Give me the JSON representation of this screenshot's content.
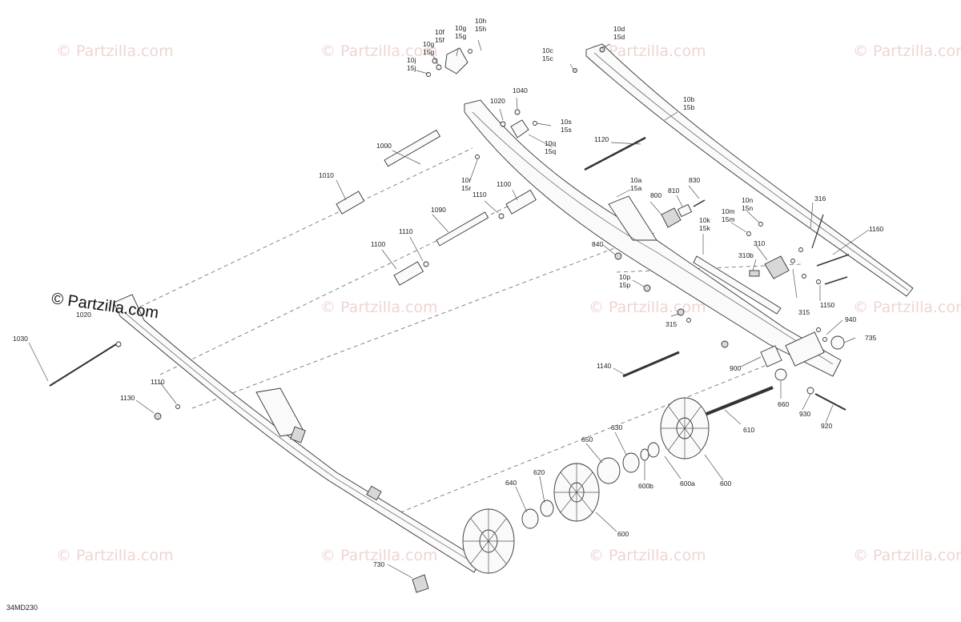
{
  "watermark_text": "© Partzilla.com",
  "brand_overlay": "© Partzilla.com",
  "diagram_code": "34MD230",
  "callouts": {
    "c10h": "10h",
    "c15h": "15h",
    "c10g1": "10g",
    "c15g1": "15g",
    "c10f": "10f",
    "c15f": "15f",
    "c10g2": "10g",
    "c15g2": "15g",
    "c10j": "10j",
    "c15j": "15j",
    "c10d": "10d",
    "c15d": "15d",
    "c10c": "10c",
    "c15c": "15c",
    "c1040": "1040",
    "c1020": "1020",
    "c10s": "10s",
    "c15s": "15s",
    "c10q": "10q",
    "c15q": "15q",
    "c10b": "10b",
    "c15b": "15b",
    "c1000": "1000",
    "c1120": "1120",
    "c10r": "10r",
    "c15r": "15r",
    "c10a": "10a",
    "c15a": "15a",
    "c830": "830",
    "c810": "810",
    "c800": "800",
    "c1010": "1010",
    "c1100a": "1100",
    "c1110a": "1110",
    "c316": "316",
    "c10n": "10n",
    "c15n": "15n",
    "c10m": "10m",
    "c15m": "15m",
    "c10k": "10k",
    "c15k": "15k",
    "c1090": "1090",
    "c1160": "1160",
    "c1110b": "1110",
    "c310": "310",
    "c310b": "310b",
    "c1100b": "1100",
    "c840": "840",
    "c10p": "10p",
    "c15p": "15p",
    "c1150": "1150",
    "c315a": "315",
    "c315b": "315",
    "c1020b": "1020",
    "c940": "940",
    "c735": "735",
    "c1030": "1030",
    "c1140": "1140",
    "c900": "900",
    "c1110c": "1110",
    "c1130": "1130",
    "c660": "660",
    "c930": "930",
    "c610": "610",
    "c920": "920",
    "c630": "630",
    "c650": "650",
    "c620": "620",
    "c640": "640",
    "c600b": "600b",
    "c600a": "600a",
    "c600c": "600",
    "c600d": "600",
    "c730": "730"
  }
}
